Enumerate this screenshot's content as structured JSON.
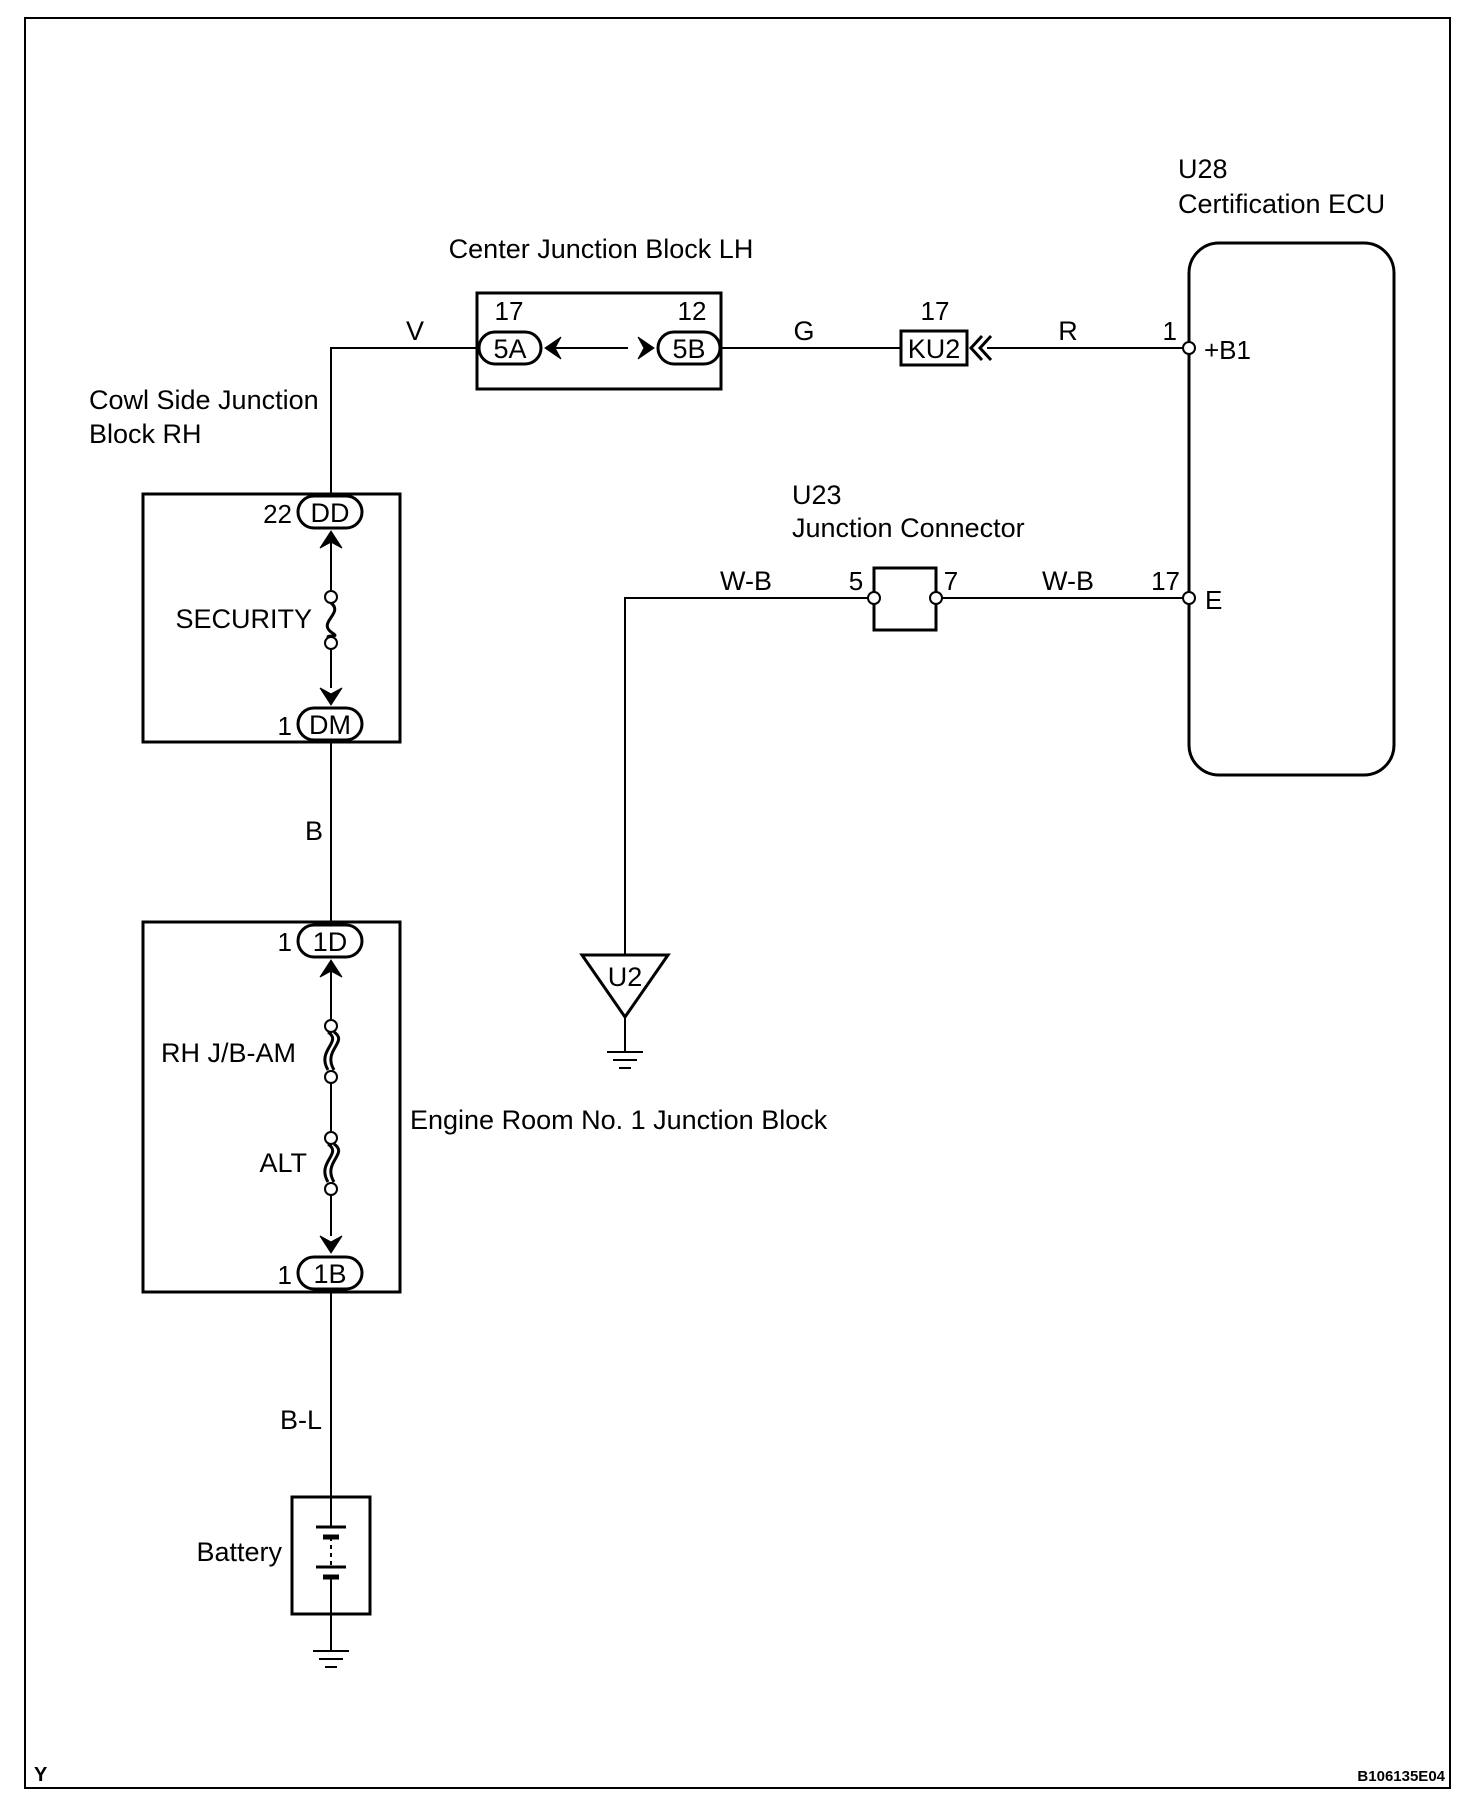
{
  "components": {
    "certification_ecu": {
      "code": "U28",
      "name": "Certification ECU",
      "pin_b1": "1",
      "pin_b1_label": "+B1",
      "pin_e": "17",
      "pin_e_label": "E"
    },
    "center_jb": {
      "name": "Center Junction Block LH",
      "left_pin": "17",
      "left_conn": "5A",
      "right_pin": "12",
      "right_conn": "5B"
    },
    "ku2": {
      "pin": "17",
      "conn": "KU2"
    },
    "cowl_jb": {
      "name_line1": "Cowl Side Junction",
      "name_line2": "Block RH",
      "top_pin": "22",
      "top_conn": "DD",
      "fuse": "SECURITY",
      "bottom_pin": "1",
      "bottom_conn": "DM"
    },
    "junction_connector": {
      "code": "U23",
      "name": "Junction Connector",
      "left_pin": "5",
      "right_pin": "7"
    },
    "ground_u2": {
      "label": "U2"
    },
    "engine_room_jb": {
      "name": "Engine Room No. 1 Junction Block",
      "top_pin": "1",
      "top_conn": "1D",
      "fuse1": "RH J/B-AM",
      "fuse2": "ALT",
      "bottom_pin": "1",
      "bottom_conn": "1B"
    },
    "battery": {
      "name": "Battery"
    }
  },
  "wires": {
    "v": "V",
    "g": "G",
    "r": "R",
    "wb_left": "W-B",
    "wb_right": "W-B",
    "b": "B",
    "bl": "B-L"
  },
  "corner": {
    "left": "Y",
    "right": "B106135E04"
  }
}
